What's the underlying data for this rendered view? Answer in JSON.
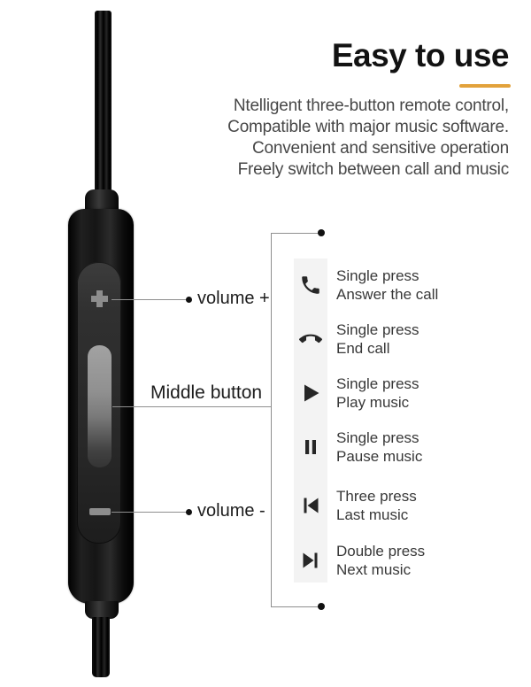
{
  "header": {
    "title": "Easy to use",
    "accent_color": "#E2A23B",
    "description_lines": [
      "Ntelligent three-button remote control,",
      "Compatible with major music software.",
      "Convenient and sensitive operation",
      "Freely switch between call and music"
    ]
  },
  "device_labels": {
    "volume_up": "volume +",
    "middle": "Middle button",
    "volume_down": "volume -"
  },
  "remote_functions": [
    {
      "icon": "phone-answer-icon",
      "press": "Single press",
      "action": "Answer the call"
    },
    {
      "icon": "phone-end-icon",
      "press": "Single press",
      "action": "End call"
    },
    {
      "icon": "play-icon",
      "press": "Single press",
      "action": "Play music"
    },
    {
      "icon": "pause-icon",
      "press": "Single press",
      "action": "Pause music"
    },
    {
      "icon": "previous-track-icon",
      "press": "Three press",
      "action": "Last music"
    },
    {
      "icon": "next-track-icon",
      "press": "Double press",
      "action": "Next music"
    }
  ],
  "colors": {
    "accent": "#E2A23B",
    "icon_color": "#262626",
    "icon_strip_bg": "#f3f3f3",
    "leader_line": "#8f8f8f",
    "label_text": "#1c1c1c",
    "description_text": "#474747",
    "device_body": "#111111",
    "device_button_gray": "#8d8d8d"
  }
}
